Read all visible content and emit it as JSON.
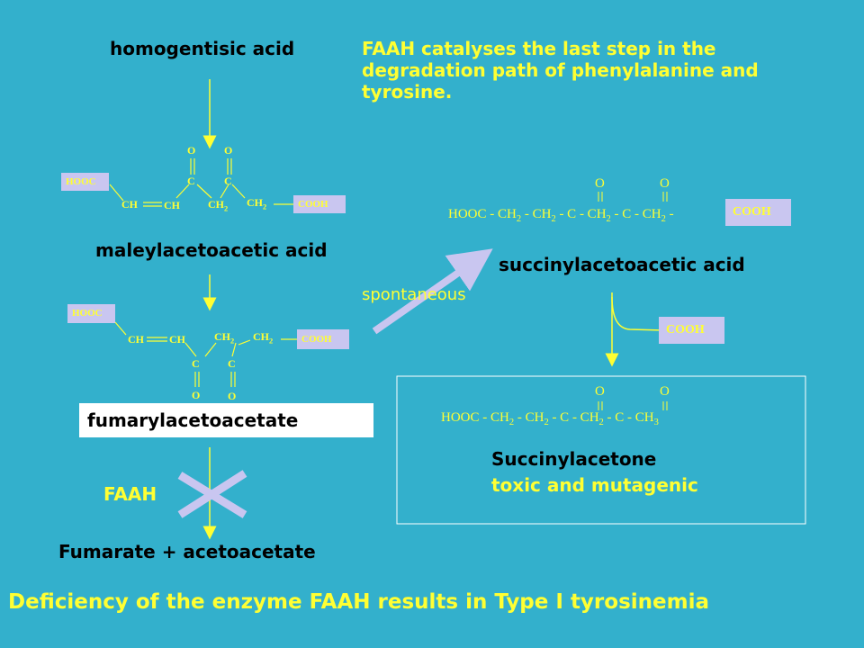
{
  "labels": {
    "homogentisic": "homogentisic acid",
    "maleylacetoacetic": "maleylacetoacetic acid",
    "fumarylacetoacetate": "fumarylacetoacetate",
    "faah": "FAAH",
    "products": "Fumarate + acetoacetate",
    "succinylacetoacetic": "succinylacetoacetic acid",
    "spontaneous": "spontaneous",
    "succinylacetone": "Succinylacetone",
    "toxic": "toxic and mutagenic"
  },
  "info": {
    "line1": "FAAH catalyses the last step in the",
    "line2": "degradation path of phenylalanine and",
    "line3": "tyrosine."
  },
  "footer": "Deficiency of the enzyme FAAH results in Type I tyrosinemia",
  "chem": {
    "hooc": "HOOC",
    "cooh": "COOH",
    "ch": "CH",
    "ch2": "CH",
    "sub2": "2",
    "c": "C",
    "o": "O",
    "saa_chain": "HOOC - CH",
    "sa_chain": "HOOC - CH",
    "ch3": "CH"
  },
  "colors": {
    "background": "#33b0cc",
    "text": "#ffff33",
    "box": "#c9c6f0",
    "cross": "#c9c6f0"
  }
}
